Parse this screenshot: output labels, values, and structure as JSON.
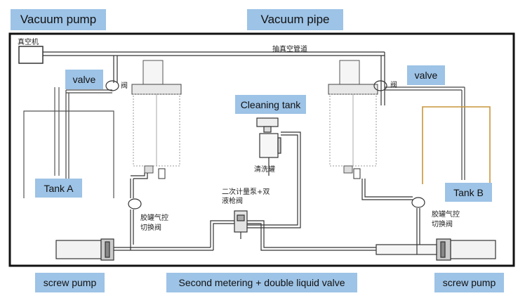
{
  "labels": {
    "vacuum_pump": "Vacuum pump",
    "vacuum_pipe": "Vacuum pipe",
    "valve_left": "valve",
    "valve_right": "valve",
    "cleaning_tank": "Cleaning tank",
    "tank_a": "Tank A",
    "tank_b": "Tank B",
    "screw_pump_left": "screw pump",
    "screw_pump_right": "screw pump",
    "second_metering": "Second metering  + double liquid valve"
  },
  "chinese": {
    "vacuum_machine": "真空机",
    "vacuum_pipeline": "抽真空管道",
    "valve_char_left": "阀",
    "valve_char_right": "阀",
    "cleaning_tank_cn": "清洗罐",
    "metering_pump_line1": "二次计量泵+双",
    "metering_pump_line2": "液枪阀",
    "switch_valve_left_line1": "胶罐气控",
    "switch_valve_left_line2": "切换阀",
    "switch_valve_right_line1": "胶罐气控",
    "switch_valve_right_line2": "切换阀"
  },
  "colors": {
    "label_bg": "#9dc3e6",
    "frame": "#111111",
    "pipe": "#333333",
    "tank_b_outline": "#c8963c"
  }
}
